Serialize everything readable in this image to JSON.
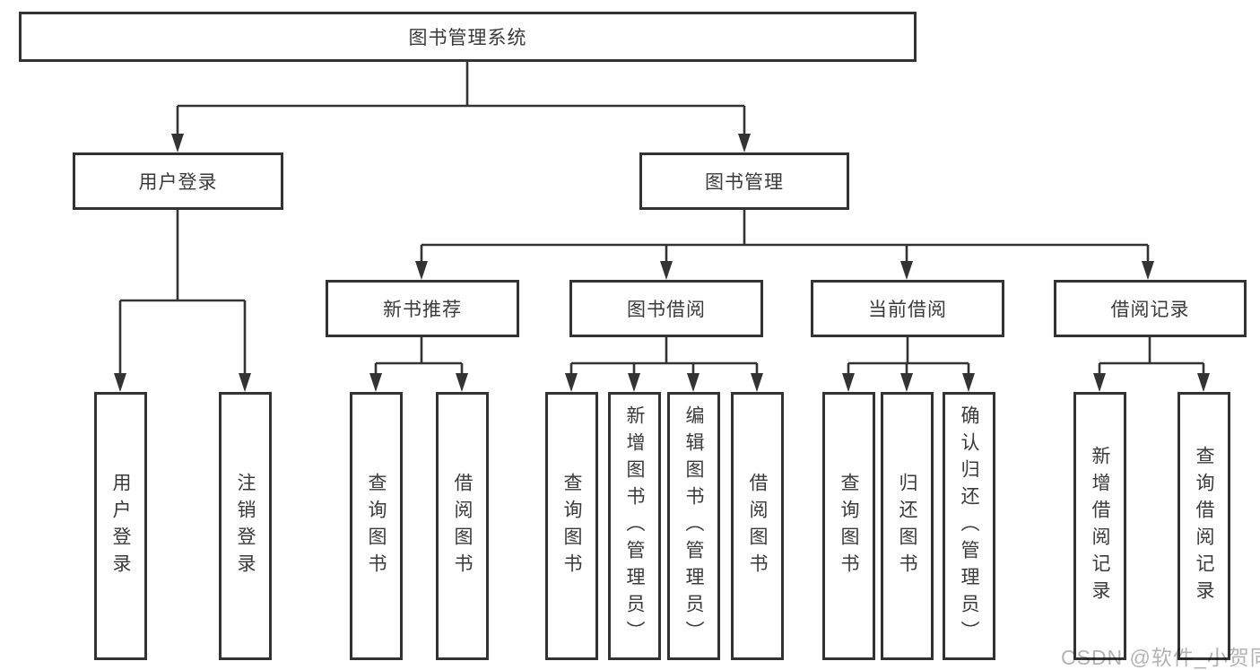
{
  "diagram_type": "hierarchy",
  "colors": {
    "line": "#333333",
    "box_border": "#333333",
    "text": "#3a3a3a",
    "background": "#ffffff",
    "watermark": "#b3b3b3"
  },
  "tree": {
    "label": "图书管理系统",
    "children": [
      {
        "label": "用户登录",
        "children": [
          {
            "label": "用户登录"
          },
          {
            "label": "注销登录"
          }
        ]
      },
      {
        "label": "图书管理",
        "children": [
          {
            "label": "新书推荐",
            "children": [
              {
                "label": "查询图书"
              },
              {
                "label": "借阅图书"
              }
            ]
          },
          {
            "label": "图书借阅",
            "children": [
              {
                "label": "查询图书"
              },
              {
                "label": "新增图书（管理员）"
              },
              {
                "label": "编辑图书（管理员）"
              },
              {
                "label": "借阅图书"
              }
            ]
          },
          {
            "label": "当前借阅",
            "children": [
              {
                "label": "查询图书"
              },
              {
                "label": "归还图书"
              },
              {
                "label": "确认归还（管理员）"
              }
            ]
          },
          {
            "label": "借阅记录",
            "children": [
              {
                "label": "新增借阅记录"
              },
              {
                "label": "查询借阅记录"
              }
            ]
          }
        ]
      }
    ]
  },
  "watermark": "CSDN @软件_小贺同学"
}
